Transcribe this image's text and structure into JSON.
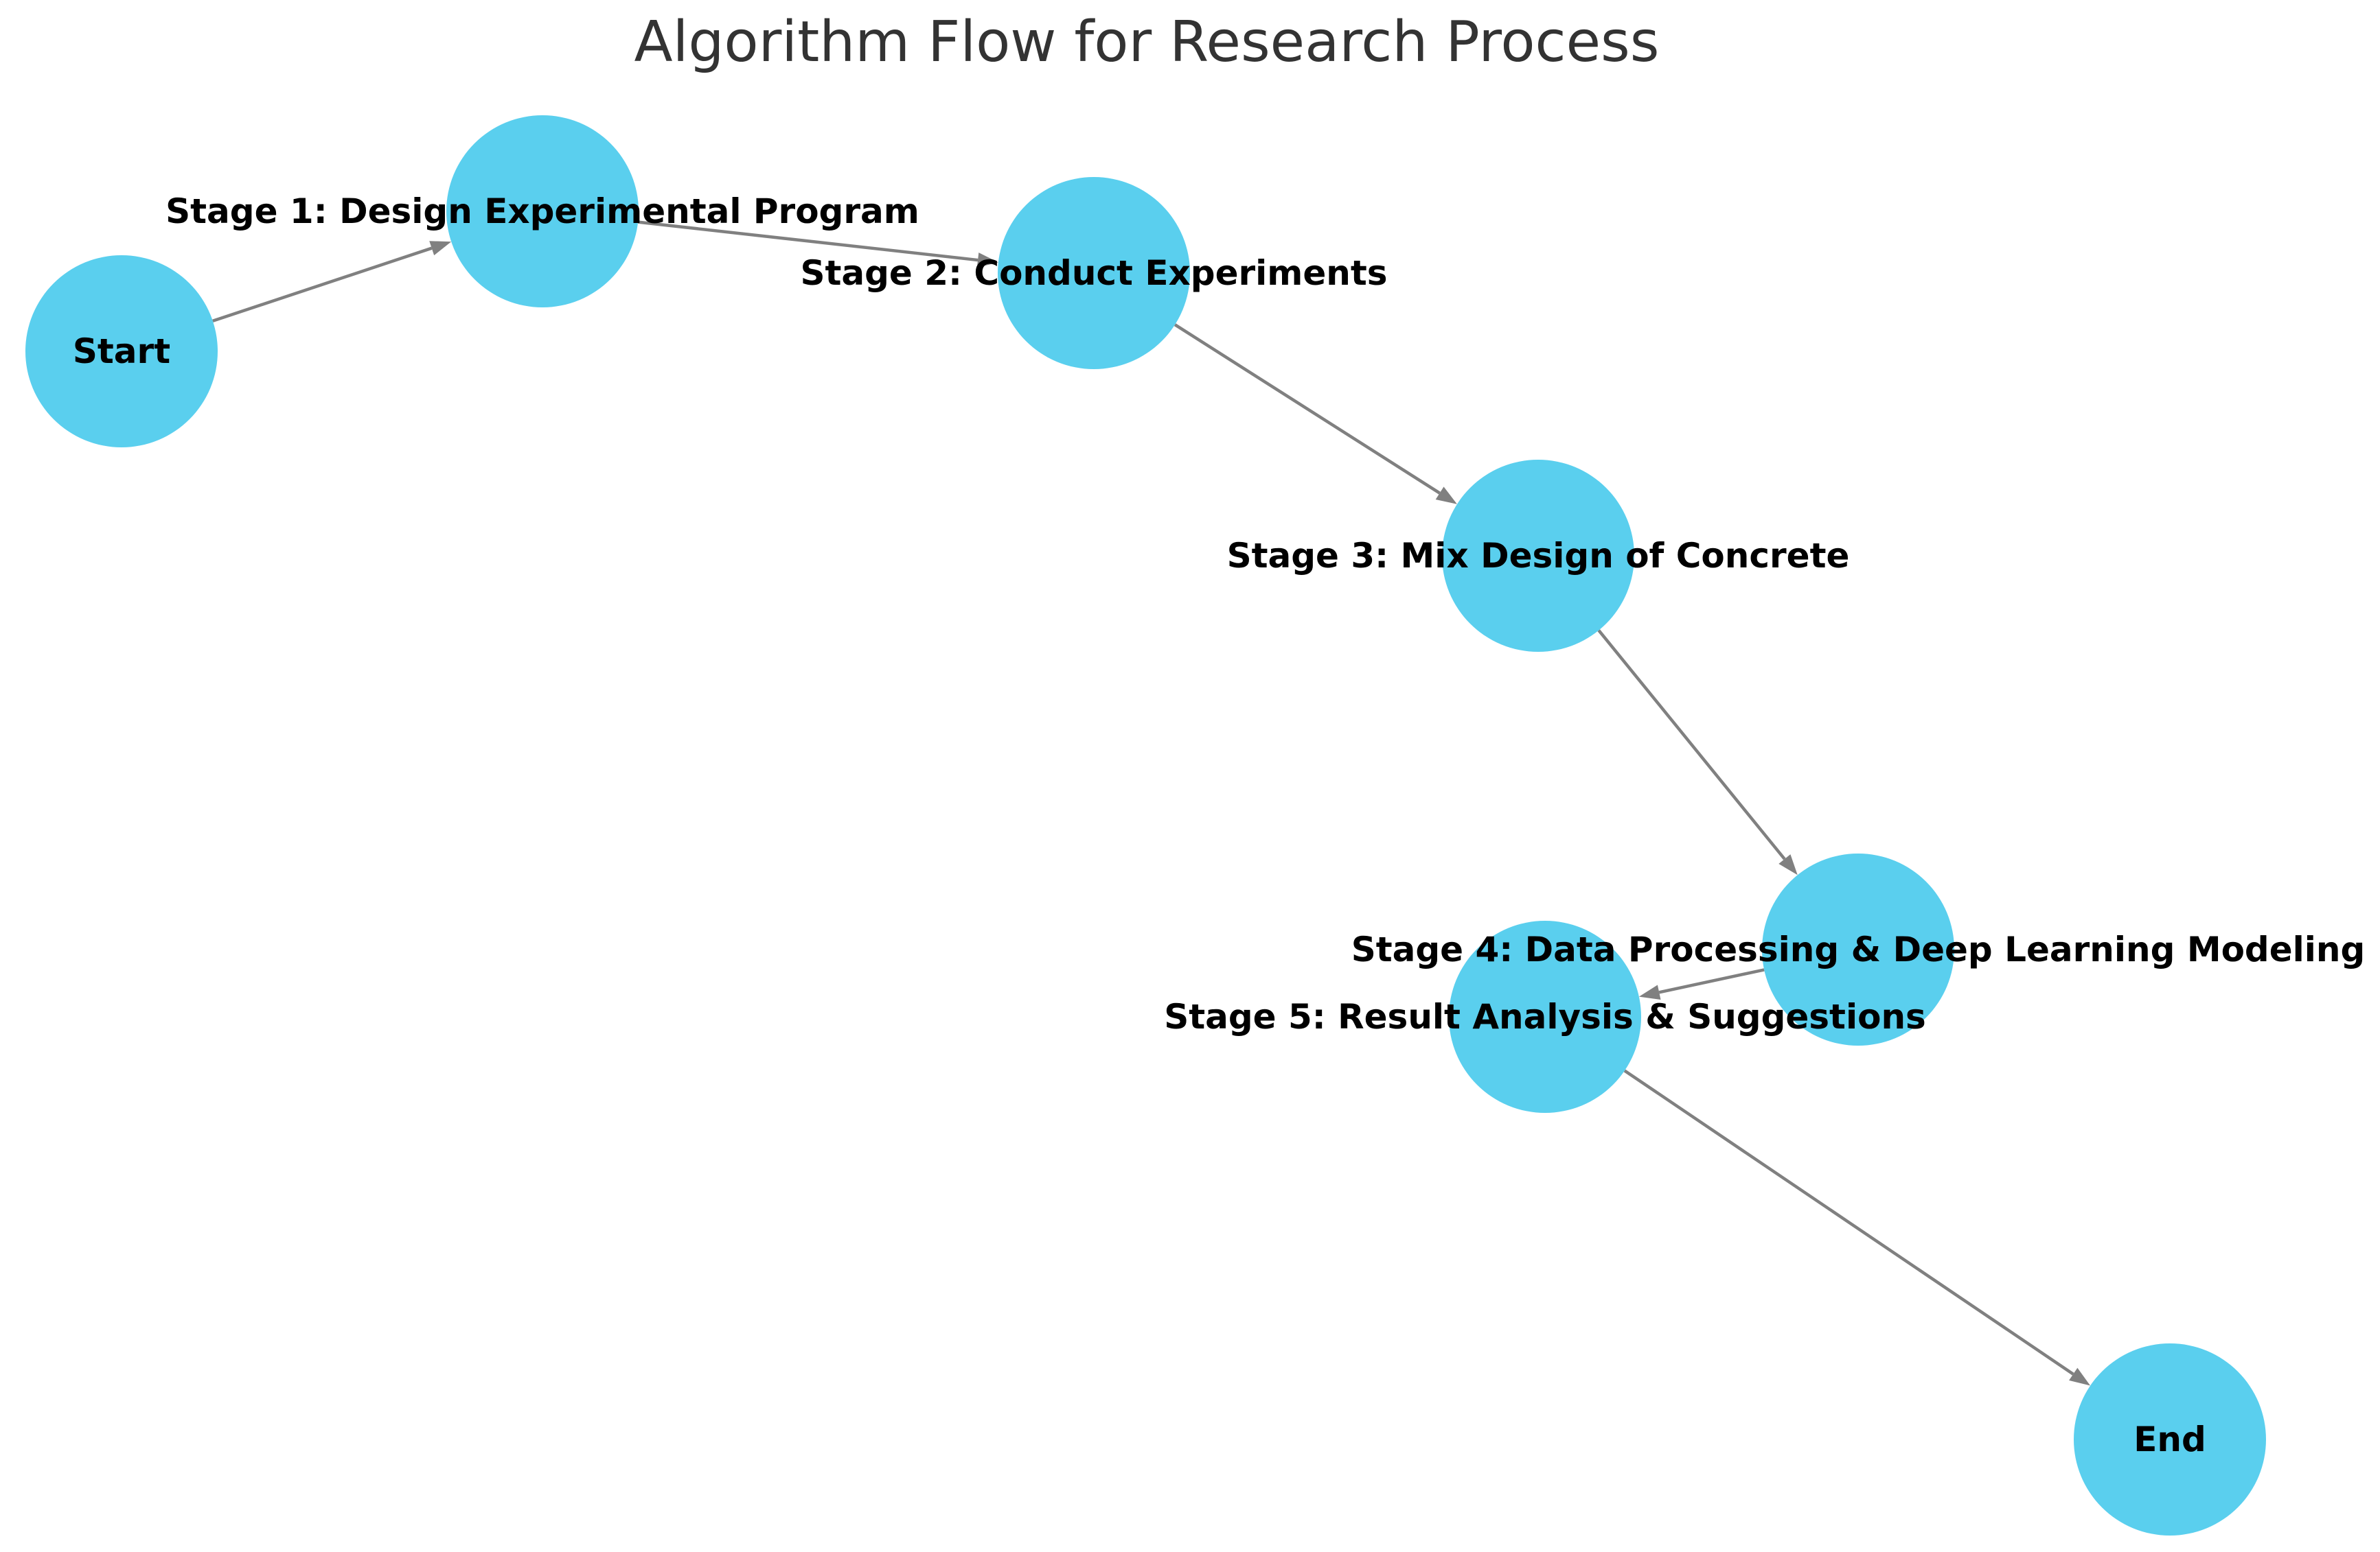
{
  "title": "Algorithm Flow for Research Process",
  "colors": {
    "node_fill": "#5acfee",
    "edge": "#808080",
    "label": "#000000",
    "title": "#333333"
  },
  "nodes": [
    {
      "id": "start",
      "label": "Start"
    },
    {
      "id": "stage1",
      "label": "Stage 1: Design Experimental Program"
    },
    {
      "id": "stage2",
      "label": "Stage 2: Conduct Experiments"
    },
    {
      "id": "stage3",
      "label": "Stage 3: Mix Design of Concrete"
    },
    {
      "id": "stage4",
      "label": "Stage 4: Data Processing & Deep Learning Modeling"
    },
    {
      "id": "stage5",
      "label": "Stage 5: Result Analysis & Suggestions"
    },
    {
      "id": "end",
      "label": "End"
    }
  ],
  "edges": [
    {
      "from": "start",
      "to": "stage1"
    },
    {
      "from": "stage1",
      "to": "stage2"
    },
    {
      "from": "stage2",
      "to": "stage3"
    },
    {
      "from": "stage3",
      "to": "stage4"
    },
    {
      "from": "stage4",
      "to": "stage5"
    },
    {
      "from": "stage5",
      "to": "end"
    }
  ]
}
